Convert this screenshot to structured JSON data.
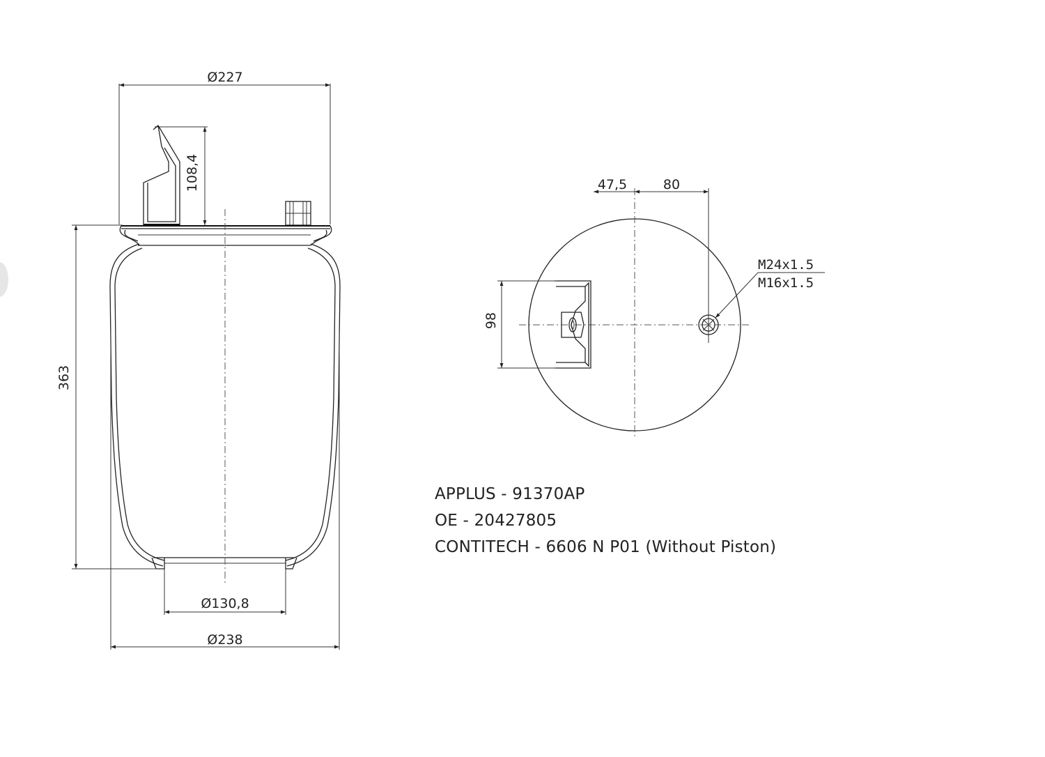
{
  "side_view": {
    "dim_top_diameter": "Ø227",
    "dim_bracket_height": "108,4",
    "dim_height": "363",
    "dim_piston_diameter": "Ø130,8",
    "dim_max_diameter": "Ø238"
  },
  "top_view": {
    "dim_offset_left": "47,5",
    "dim_offset_right": "80",
    "dim_bracket_width": "98",
    "thread_primary": "M24x1.5",
    "thread_secondary": "M16x1.5"
  },
  "specs": {
    "line1": "APPLUS - 91370AP",
    "line2": "OE - 20427805",
    "line3": "CONTITECH - 6606 N P01 (Without Piston)"
  },
  "arrow_marker": "arrowhead"
}
